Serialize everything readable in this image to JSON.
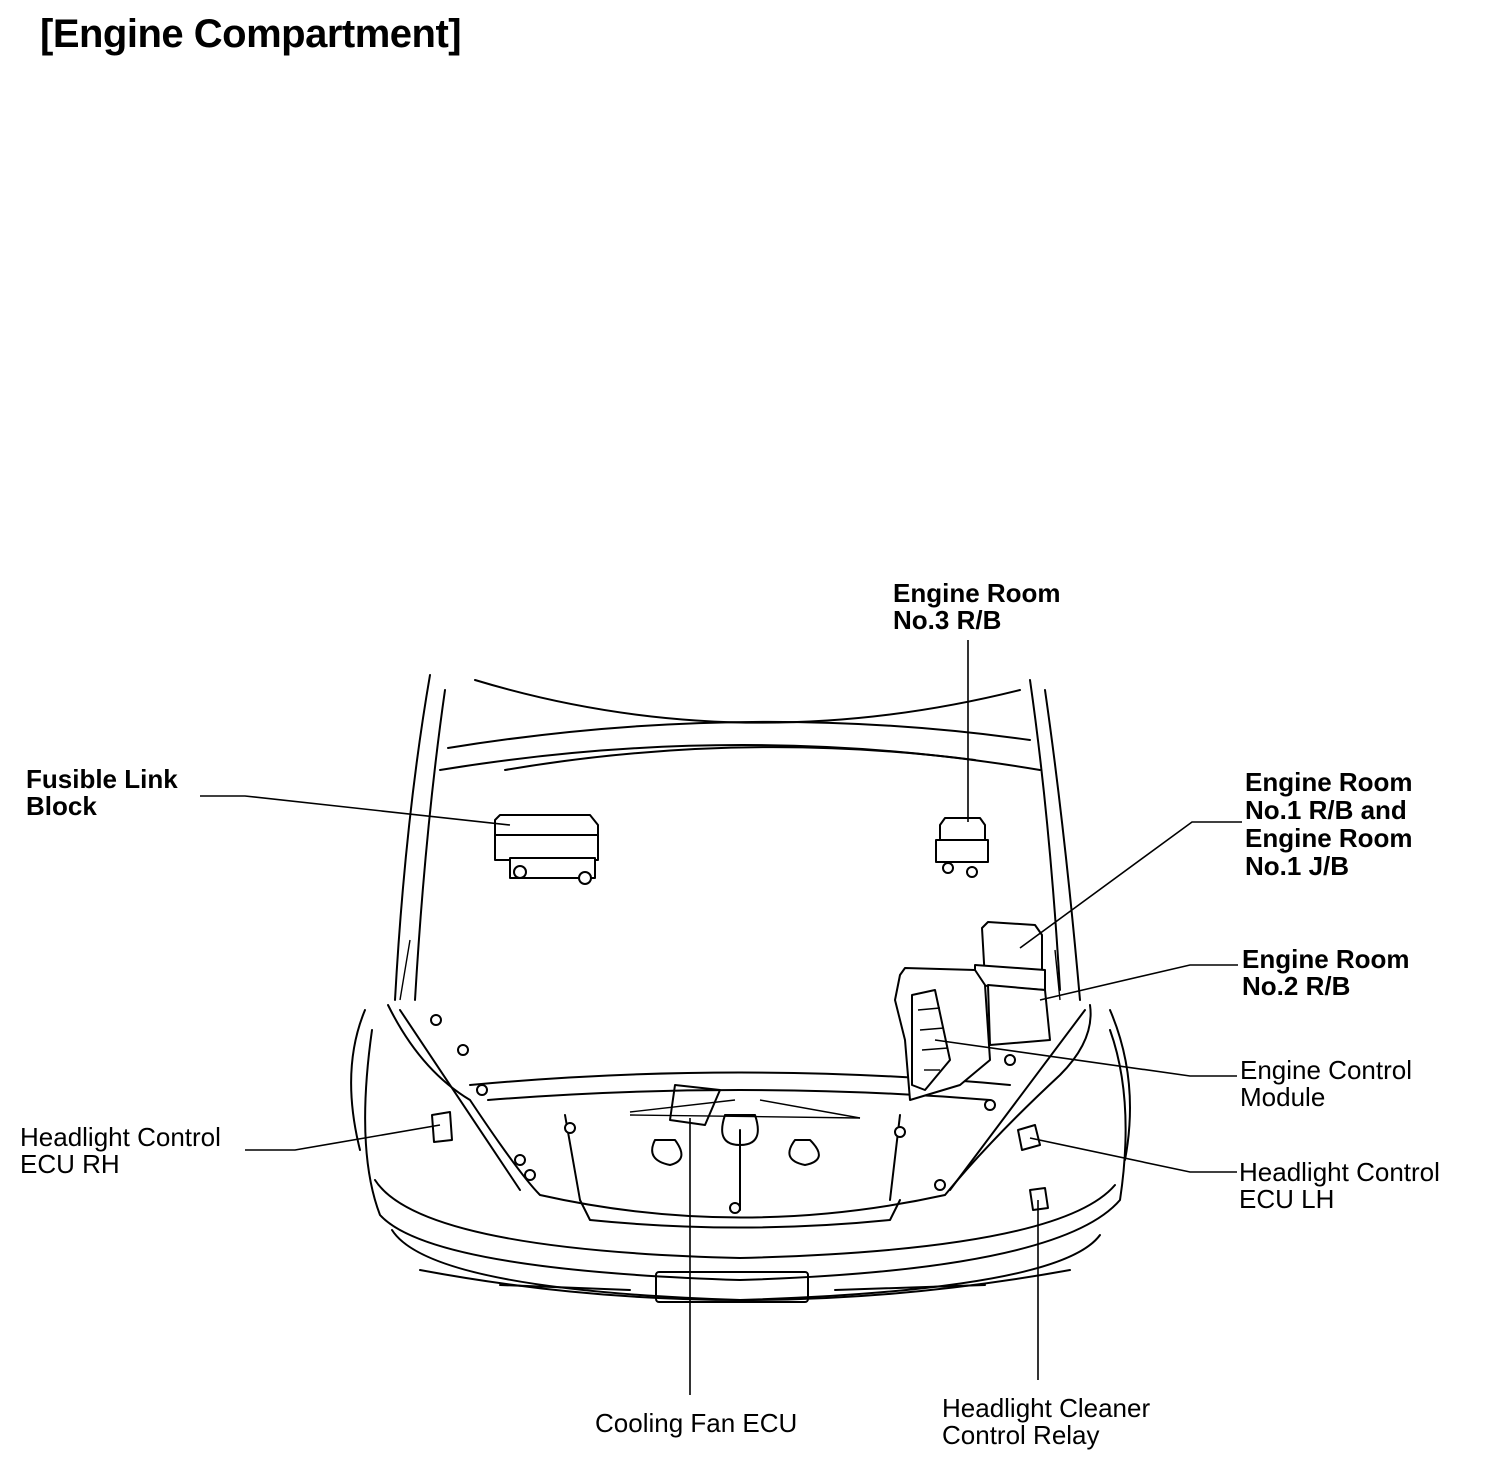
{
  "title": "[Engine Compartment]",
  "labels": {
    "fusible_link_block": [
      "Fusible Link",
      "Block"
    ],
    "engine_room_no3_rb": [
      "Engine Room",
      "No.3 R/B"
    ],
    "engine_room_no1": [
      "Engine Room",
      "No.1 R/B and",
      "Engine Room",
      "No.1 J/B"
    ],
    "engine_room_no2_rb": [
      "Engine Room",
      "No.2 R/B"
    ],
    "engine_control_module": [
      "Engine Control",
      "Module"
    ],
    "headlight_control_ecu_rh": [
      "Headlight Control",
      "ECU RH"
    ],
    "headlight_control_ecu_lh": [
      "Headlight Control",
      "ECU LH"
    ],
    "cooling_fan_ecu": [
      "Cooling Fan ECU"
    ],
    "headlight_cleaner_control_relay": [
      "Headlight Cleaner",
      "Control Relay"
    ]
  }
}
